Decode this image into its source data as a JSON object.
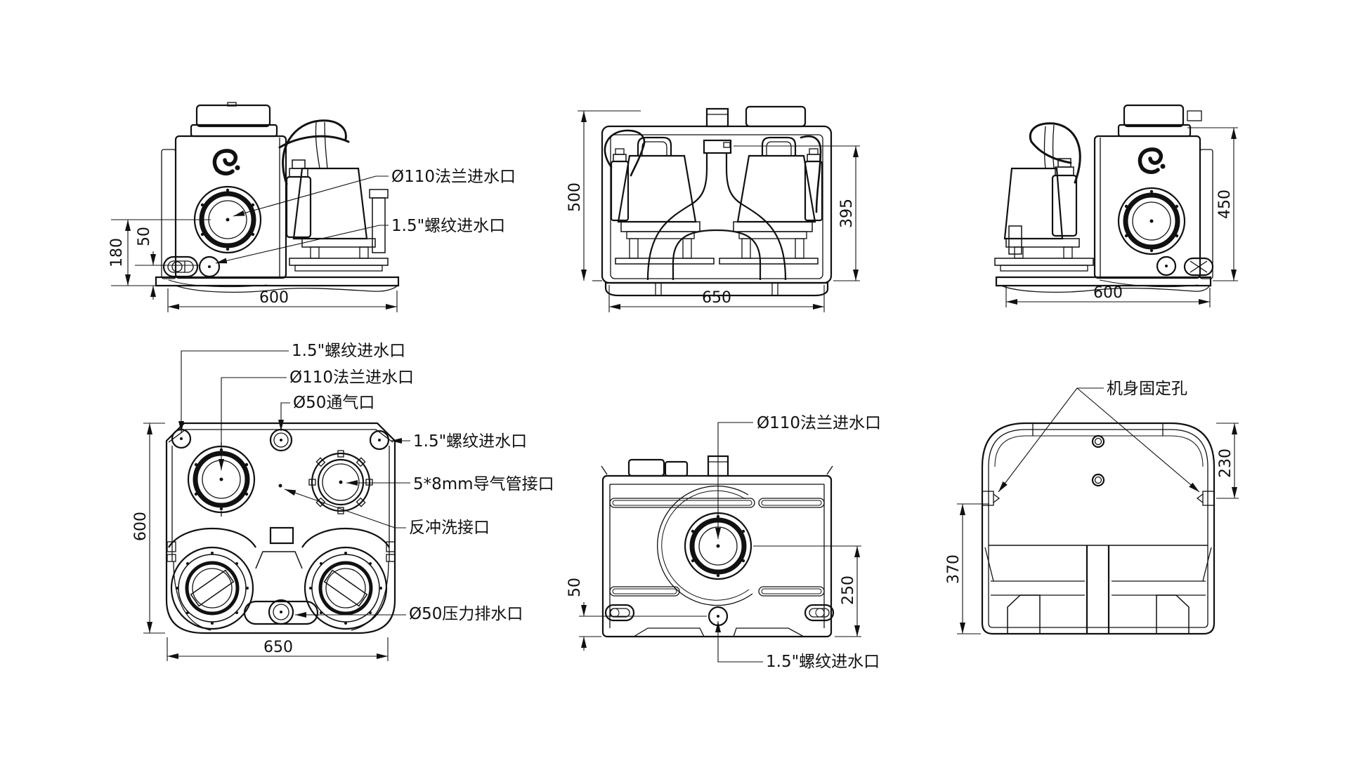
{
  "drawing": {
    "background": "#ffffff",
    "ink": "#111111"
  },
  "views": {
    "side_view_left": {
      "dims": {
        "height_to_flange": "180",
        "height_to_thread": "50",
        "width": "600"
      },
      "labels": {
        "flange_inlet": "Ø110法兰进水口",
        "thread_inlet": "1.5\"螺纹进水口"
      }
    },
    "front_view": {
      "dims": {
        "height": "500",
        "pipe_height": "395",
        "width": "650"
      }
    },
    "side_view_right": {
      "dims": {
        "height": "450",
        "width": "600"
      }
    },
    "top_view": {
      "dims": {
        "depth": "600",
        "width": "650"
      },
      "labels": {
        "thread_inlet_left": "1.5\"螺纹进水口",
        "flange_inlet": "Ø110法兰进水口",
        "vent": "Ø50通气口",
        "thread_inlet_right": "1.5\"螺纹进水口",
        "air_tube": "5*8mm导气管接口",
        "backwash": "反冲洗接口",
        "pressure_outlet": "Ø50压力排水口"
      }
    },
    "rear_view": {
      "dims": {
        "thread_height": "50",
        "flange_height": "250"
      },
      "labels": {
        "flange_inlet": "Ø110法兰进水口",
        "thread_inlet": "1.5\"螺纹进水口"
      }
    },
    "bottom_view": {
      "dims": {
        "hole_offset": "230",
        "hole_span": "370"
      },
      "labels": {
        "fixing_holes": "机身固定孔"
      }
    }
  }
}
